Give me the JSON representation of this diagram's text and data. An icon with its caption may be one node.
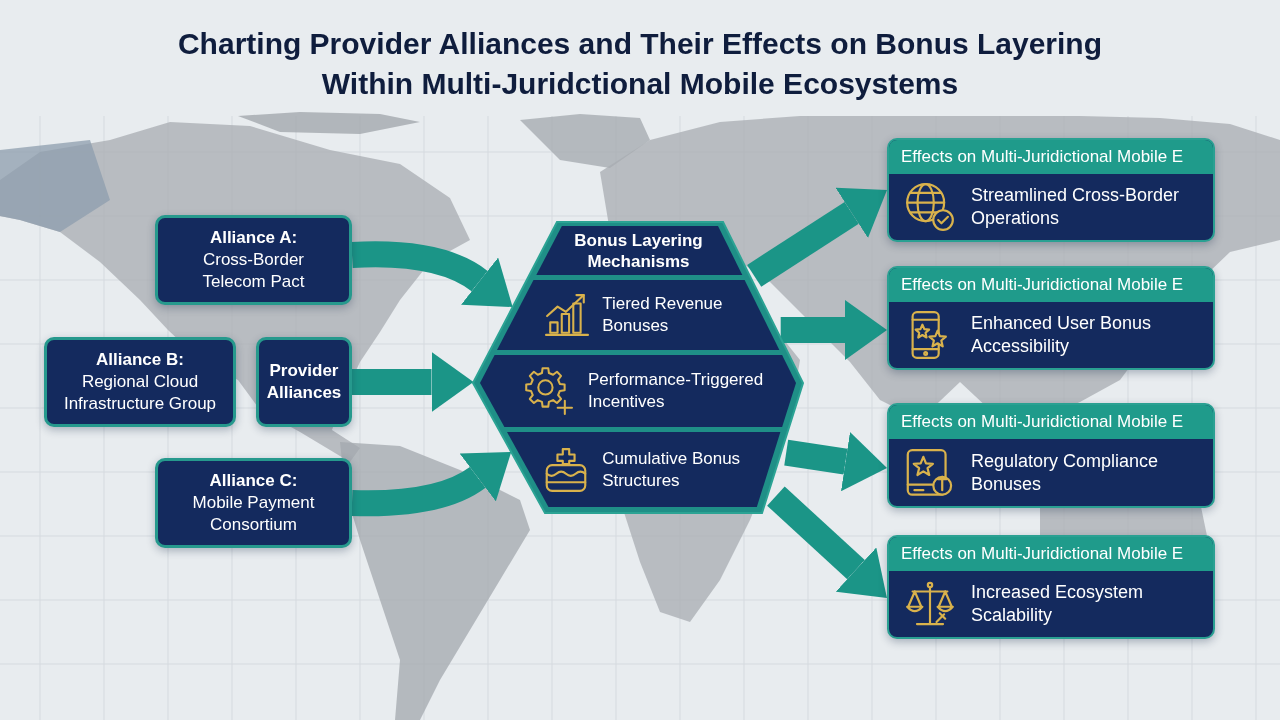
{
  "diagram": {
    "title": "Charting Provider Alliances and Their Effects on Bonus Layering Within Multi-Juridctional Mobile Ecosystems",
    "nodes": [
      {
        "text": [
          "Alliance A:",
          "Cross-Border Telecom Pact"
        ]
      },
      {
        "text": [
          "Alliance B:",
          "Regional Cloud Infrastructure Group"
        ]
      },
      {
        "text": [
          "Provider Alliances"
        ]
      },
      {
        "text": [
          "Alliance C:",
          "Mobile Payment Consortium"
        ]
      },
      {
        "text": [
          "Bonus Layering Mechanisms"
        ]
      },
      {
        "text": [
          "Tiered Revenue Bonuses"
        ],
        "in": 4
      },
      {
        "text": [
          "Performance-Triggered Incentives"
        ],
        "in": 4
      },
      {
        "text": [
          "Cumulative Bonus Structures"
        ],
        "in": 4
      },
      {
        "text": [
          "Effects on Multi-Juridictional Mobile E",
          "Streamlined Cross-Border Operations"
        ]
      },
      {
        "text": [
          "Effects on Multi-Juridictional Mobile E",
          "Enhanced User Bonus Accessibility"
        ]
      },
      {
        "text": [
          "Effects on Multi-Juridictional Mobile E",
          "Regulatory Compliance Bonuses"
        ]
      },
      {
        "text": [
          "Effects on Multi-Juridictional Mobile E",
          "Increased Ecosystem Scalability"
        ]
      }
    ],
    "edges": [
      {
        "from": 0,
        "to": 4,
        "arrow": "to"
      },
      {
        "from": 2,
        "to": 4,
        "arrow": "to"
      },
      {
        "from": 3,
        "to": 4,
        "arrow": "to"
      },
      {
        "from": 4,
        "to": 8,
        "arrow": "to"
      },
      {
        "from": 4,
        "to": 9,
        "arrow": "to"
      },
      {
        "from": 4,
        "to": 10,
        "arrow": "to"
      },
      {
        "from": 4,
        "to": 11,
        "arrow": "to"
      }
    ]
  }
}
